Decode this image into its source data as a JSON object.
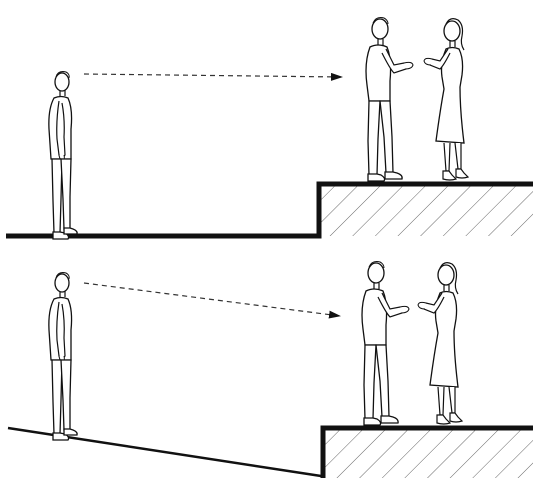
{
  "colors": {
    "line": "#111111",
    "figure_fill": "#ffffff",
    "sightline": "#333333",
    "hatch": "#666666"
  },
  "panels": [
    {
      "id": "top",
      "ground": "flat",
      "observer": {
        "figure": "standing-man",
        "facing": "right"
      },
      "sightline": {
        "style": "dashed",
        "arrow": "right"
      },
      "platform": {
        "figures": [
          "man-talking",
          "woman-talking"
        ],
        "hatched": true
      }
    },
    {
      "id": "bottom",
      "ground": "sloped-down",
      "observer": {
        "figure": "standing-man",
        "facing": "right"
      },
      "sightline": {
        "style": "dashed",
        "arrow": "right"
      },
      "platform": {
        "figures": [
          "man-talking",
          "woman-talking"
        ],
        "hatched": true
      }
    }
  ]
}
